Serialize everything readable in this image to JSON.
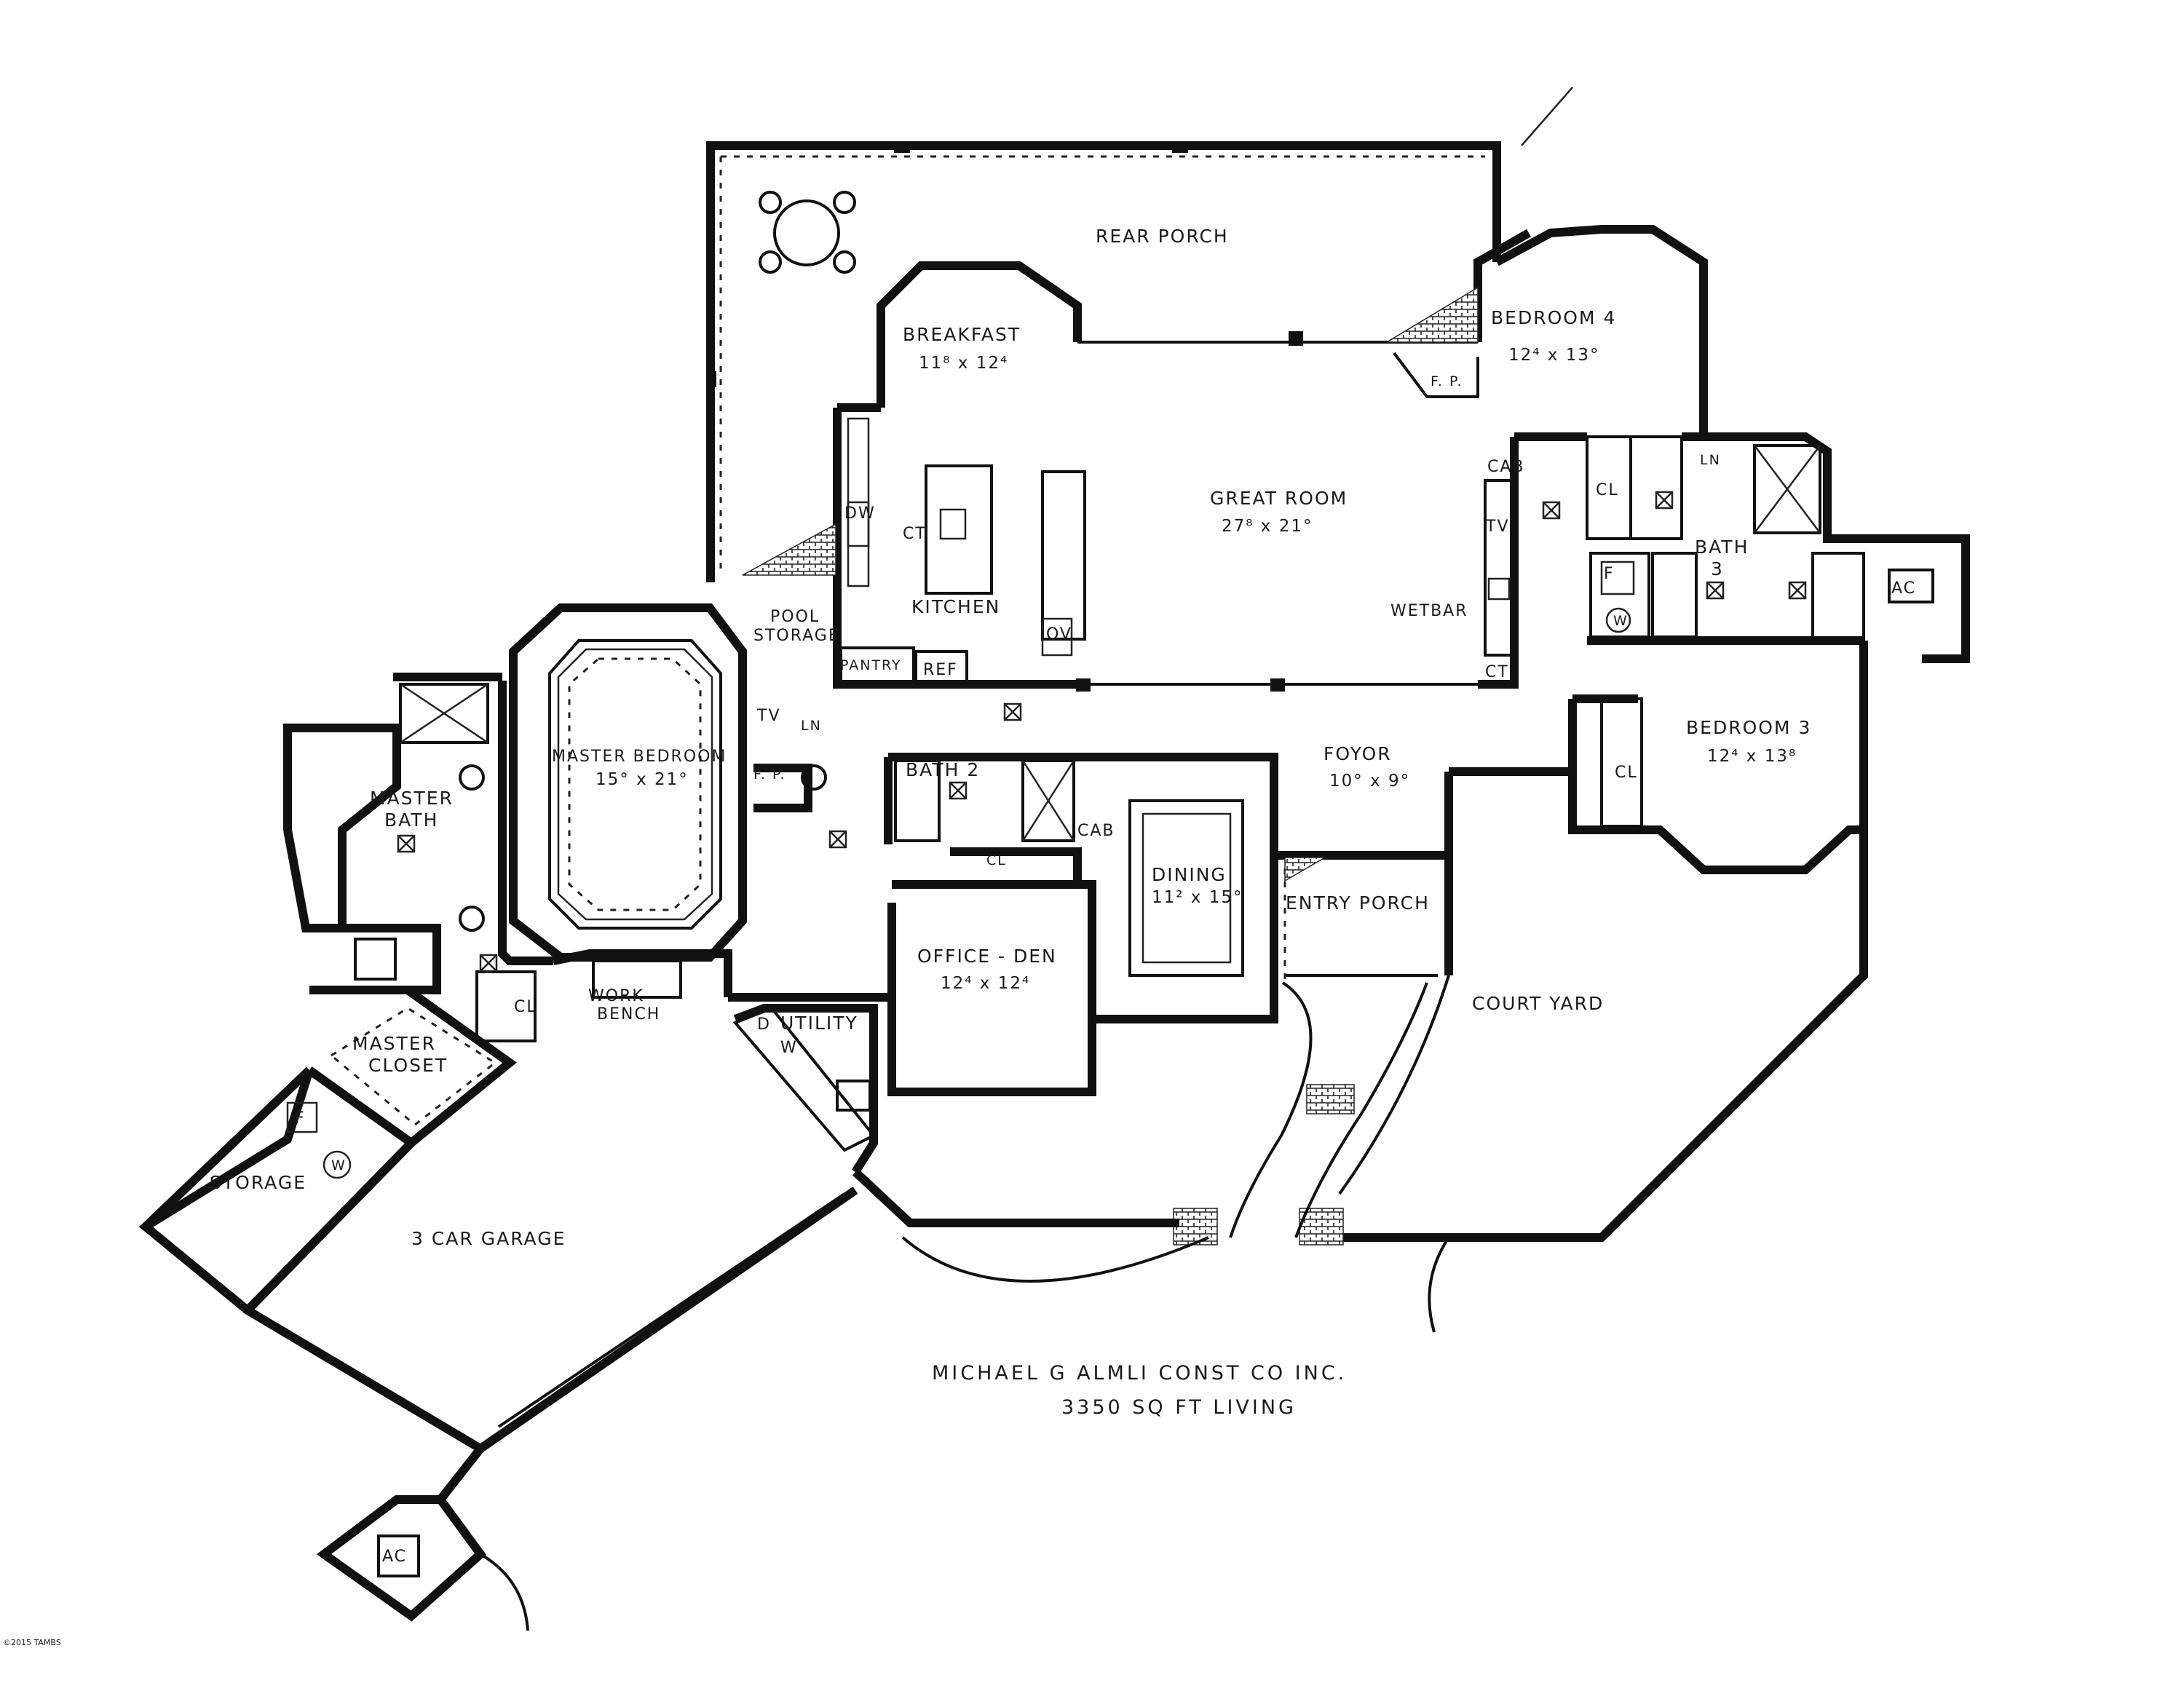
{
  "rooms": {
    "rear_porch": "REAR PORCH",
    "breakfast": "BREAKFAST",
    "breakfast_dim": "11⁸ x 12⁴",
    "great_room": "GREAT ROOM",
    "great_room_dim": "27⁸ x 21°",
    "kitchen": "KITCHEN",
    "bedroom4": "BEDROOM 4",
    "bedroom4_dim": "12⁴ x 13°",
    "bath3": "BATH",
    "bath3_num": "3",
    "bedroom3": "BEDROOM 3",
    "bedroom3_dim": "12⁴ x 13⁸",
    "master_bedroom": "MASTER BEDROOM",
    "master_bedroom_dim": "15° x 21°",
    "master_bath_1": "MASTER",
    "master_bath_2": "BATH",
    "master_closet_1": "MASTER",
    "master_closet_2": "CLOSET",
    "bath2": "BATH 2",
    "foyer": "FOYOR",
    "foyer_dim": "10° x 9°",
    "dining": "DINING",
    "dining_dim": "11² x 15°",
    "entry_porch": "ENTRY PORCH",
    "office_den": "OFFICE - DEN",
    "office_den_dim": "12⁴ x 12⁴",
    "court_yard": "COURT YARD",
    "pool_storage_1": "POOL",
    "pool_storage_2": "STORAGE",
    "work_bench_1": "WORK",
    "work_bench_2": "BENCH",
    "utility": "UTILITY",
    "storage": "STORAGE",
    "garage": "3 CAR GARAGE"
  },
  "fixtures": {
    "ct": "CT",
    "dw": "DW",
    "pantry": "PANTRY",
    "ref": "REF",
    "ov": "OV",
    "wetbar": "WETBAR",
    "tv": "TV",
    "cab": "CAB",
    "fp": "F. P.",
    "ln": "LN",
    "cl": "CL",
    "f": "F",
    "w": "W",
    "d": "D",
    "ac": "AC"
  },
  "caption": {
    "builder": "MICHAEL G  ALMLI CONST  CO  INC.",
    "area": "3350 SQ FT LIVING"
  },
  "watermark": "©2015 TAMBS"
}
